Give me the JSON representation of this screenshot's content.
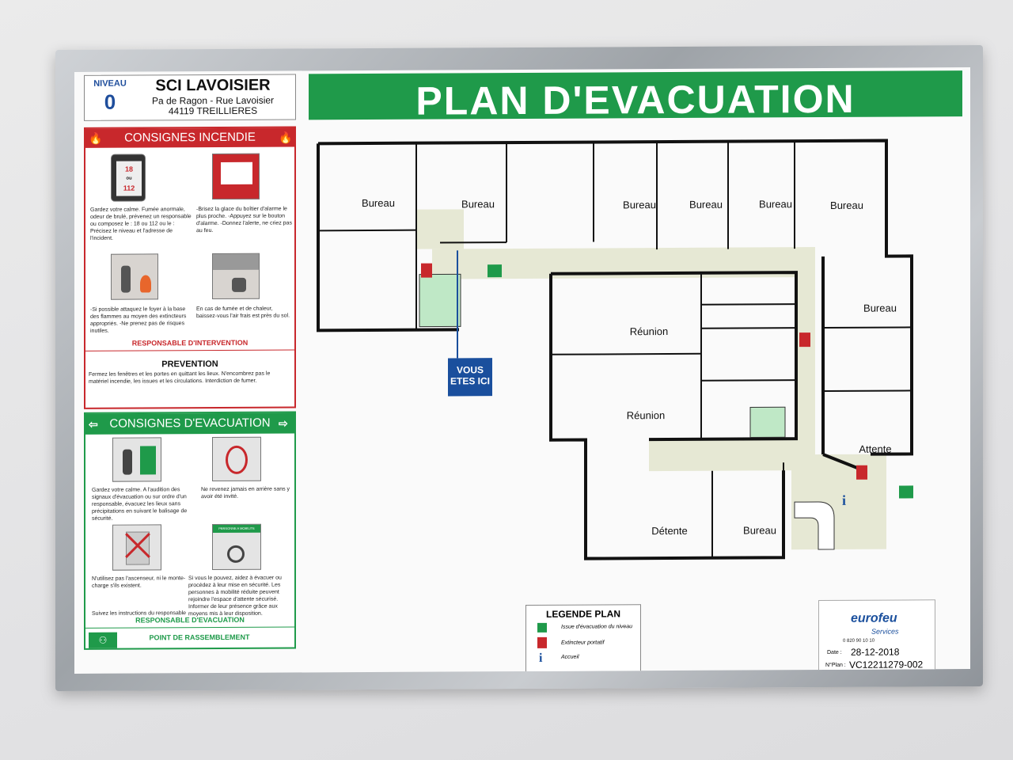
{
  "header": {
    "niveau_label": "NIVEAU",
    "niveau_value": "0",
    "company": "SCI LAVOISIER",
    "address_line1": "Pa de Ragon - Rue Lavoisier",
    "address_line2": "44119 TREILLIERES"
  },
  "title": "PLAN D'EVACUATION",
  "fire": {
    "heading": "CONSIGNES INCENDIE",
    "phone_top": "18",
    "phone_mid": "ou",
    "phone_bottom": "112",
    "text1": "Gardez votre calme. Fumée anormale, odeur de brulé, prévenez un responsable ou composez le : 18 ou 112 ou le : Précisez le niveau et l'adresse de l'incident.",
    "text2": "-Brisez la glace du boîtier d'alarme le plus proche. -Appuyez sur le bouton d'alarme. -Donnez l'alerte, ne criez pas au feu.",
    "text3": "-Si possible attaquez le foyer à la base des flammes au moyen des extincteurs appropriés. -Ne prenez pas de risques inutiles.",
    "text4": "En cas de fumée et de chaleur, baissez-vous l'air frais est près du sol.",
    "responsable": "RESPONSABLE D'INTERVENTION",
    "prevention_title": "PREVENTION",
    "prevention_text": "Fermez les fenêtres et les portes en quittant les lieux. N'encombrez pas le matériel incendie, les issues et les circulations. Interdiction de fumer."
  },
  "evac": {
    "heading": "CONSIGNES D'EVACUATION",
    "text1": "Gardez votre calme. A l'audition des signaux d'évacuation ou sur ordre d'un responsable, évacuez les lieux sans précipitations en suivant le balisage de sécurité.",
    "text2": "Ne revenez jamais en arrière sans y avoir été invité.",
    "text3": "N'utilisez pas l'ascenseur, ni le monte-charge s'ils existent.",
    "text4": "Si vous le pouvez, aidez à évacuer ou procédez à leur mise en sécurité. Les personnes à mobilité réduite peuvent rejoindre l'espace d'attente sécurisé. Informer de leur présence grâce aux moyens mis à leur disposition.",
    "pmr_label": "PERSONNE A MOBILITE REDUITE",
    "suivez": "Suivez les instructions du responsable",
    "responsable": "RESPONSABLE D'EVACUATION",
    "rassemblement": "POINT DE RASSEMBLEMENT"
  },
  "rooms": {
    "r1": "Bureau",
    "r2": "Bureau",
    "r3": "Bureau",
    "r4": "Bureau",
    "r5": "Bureau",
    "r6": "Bureau",
    "r7": "Bureau",
    "r8": "Réunion",
    "r9": "Réunion",
    "r10": "Attente",
    "r11": "Détente",
    "r12": "Bureau"
  },
  "vous_ici": "VOUS ETES ICI",
  "legend": {
    "title": "LEGENDE PLAN",
    "exit": "Issue d'évacuation du niveau",
    "extinguisher": "Extincteur portatif",
    "accueil": "Accueil"
  },
  "logo": {
    "brand": "eurofeu",
    "sub": "Services",
    "phone": "0 820 90 10 10",
    "date_label": "Date :",
    "date": "28-12-2018",
    "plan_label": "N°Plan :",
    "plan_no": "VC12211279-002"
  },
  "colors": {
    "green": "#1f9a4a",
    "red": "#c8282c",
    "blue": "#1a4f9d",
    "corridor": "#e6e8d4"
  }
}
